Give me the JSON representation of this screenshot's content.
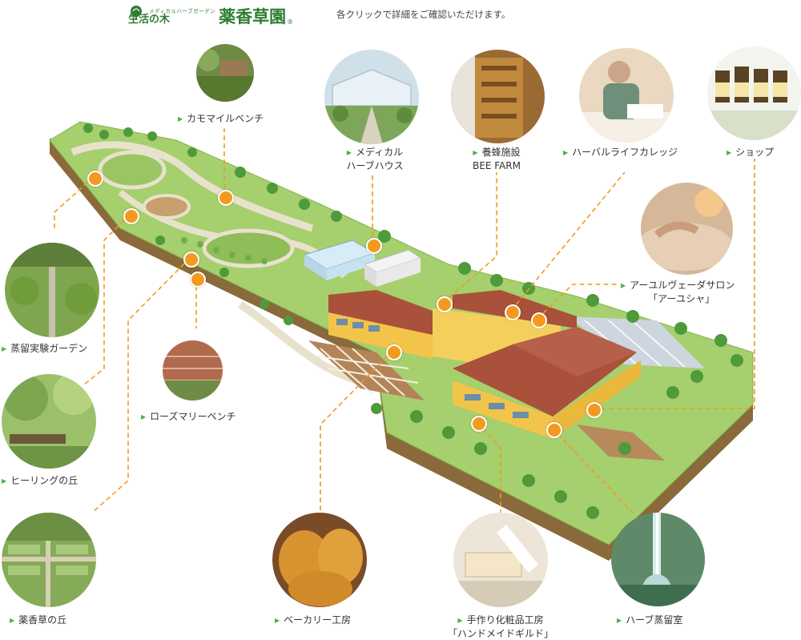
{
  "header": {
    "logo_sub": "メディカルハーブガーデン",
    "logo_main": "生活の木",
    "logo_brand": "薬香草園",
    "logo_reg": "®",
    "note": "各クリックで詳細をご確認いただけます。"
  },
  "spots": {
    "chamomile": "カモマイルベンチ",
    "medical_house_1": "メディカル",
    "medical_house_2": "ハーブハウス",
    "bee_1": "養蜂施設",
    "bee_2": "BEE FARM",
    "college": "ハーバルライフカレッジ",
    "shop": "ショップ",
    "ayurveda_1": "アーユルヴェーダサロン",
    "ayurveda_2": "「アーユシャ」",
    "distill_garden": "蒸留実験ガーデン",
    "rosemary": "ローズマリーベンチ",
    "healing": "ヒーリングの丘",
    "medicinal_hill": "薬香草の丘",
    "bakery": "ベーカリー工房",
    "handmade_1": "手作り化粧品工房",
    "handmade_2": "「ハンドメイドギルド」",
    "distill_room": "ハーブ蒸留室"
  },
  "colors": {
    "accent": "#f39a1e",
    "green": "#2e7d32",
    "ground": "#a6cf6e",
    "roof": "#a9513a",
    "wall": "#f3c44a"
  },
  "icons": {
    "label_arrow": "▶"
  }
}
